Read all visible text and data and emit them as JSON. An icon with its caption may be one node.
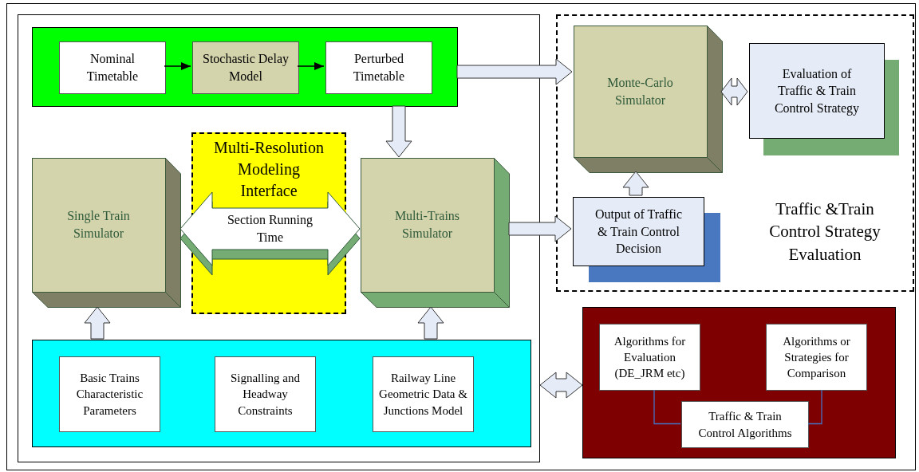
{
  "diagram": {
    "nodes": [
      {
        "text": [],
        "shape": "box"
      },
      {
        "text": [],
        "shape": "box",
        "in": 0
      },
      {
        "text": [
          "Nominal Timetable"
        ],
        "in": 1
      },
      {
        "text": [
          "Stochastic Delay Model"
        ],
        "in": 1
      },
      {
        "text": [
          "Perturbed Timetable"
        ],
        "in": 1
      },
      {
        "text": [
          "Single Train Simulator"
        ],
        "in": 0
      },
      {
        "text": [
          "Multi-Resolution Modeling Interface"
        ],
        "in": 0
      },
      {
        "text": [
          "Multi-Trains Simulator"
        ],
        "in": 0
      },
      {
        "text": [],
        "shape": "box",
        "in": 0
      },
      {
        "text": [
          "Basic Trains Characteristic Parameters"
        ],
        "in": 8
      },
      {
        "text": [
          "Signalling and Headway Constraints"
        ],
        "in": 8
      },
      {
        "text": [
          "Railway Line Geometric Data & Junctions Model"
        ],
        "in": 8
      },
      {
        "text": [
          "Traffic &Train Control Strategy Evaluation"
        ]
      },
      {
        "text": [
          "Monte-Carlo Simulator"
        ],
        "in": 12
      },
      {
        "text": [
          "Evaluation of Traffic & Train Control Strategy"
        ],
        "in": 12
      },
      {
        "text": [
          "Output of Traffic & Train Control Decision"
        ],
        "in": 12
      },
      {
        "text": [],
        "shape": "box"
      },
      {
        "text": [
          "Algorithms for Evaluation (DE_JRM etc)"
        ],
        "in": 16
      },
      {
        "text": [
          "Algorithms or Strategies for Comparison"
        ],
        "in": 16
      },
      {
        "text": [
          "Traffic & Train Control Algorithms"
        ],
        "in": 16
      }
    ],
    "edges": [
      {
        "from": 2,
        "to": 3,
        "arrow": "to"
      },
      {
        "from": 3,
        "to": 4,
        "arrow": "to"
      },
      {
        "from": 1,
        "to": 13,
        "arrow": "to",
        "style": "thick"
      },
      {
        "from": 1,
        "to": 7,
        "arrow": "to",
        "style": "thick"
      },
      {
        "from": 5,
        "to": 7,
        "arrow": "both",
        "style": "thick",
        "label": "Section Running Time"
      },
      {
        "from": 7,
        "to": 15,
        "arrow": "to",
        "style": "thick"
      },
      {
        "from": 15,
        "to": 13,
        "arrow": "to",
        "style": "thick"
      },
      {
        "from": 13,
        "to": 14,
        "arrow": "both",
        "style": "thick"
      },
      {
        "from": 8,
        "to": 5,
        "arrow": "to",
        "style": "thick"
      },
      {
        "from": 8,
        "to": 7,
        "arrow": "to",
        "style": "thick"
      },
      {
        "from": 0,
        "to": 16,
        "arrow": "both",
        "style": "thick"
      },
      {
        "from": 17,
        "to": 19,
        "arrow": "none",
        "color": "#4472c4"
      },
      {
        "from": 18,
        "to": 19,
        "arrow": "none",
        "color": "#4472c4"
      }
    ]
  }
}
